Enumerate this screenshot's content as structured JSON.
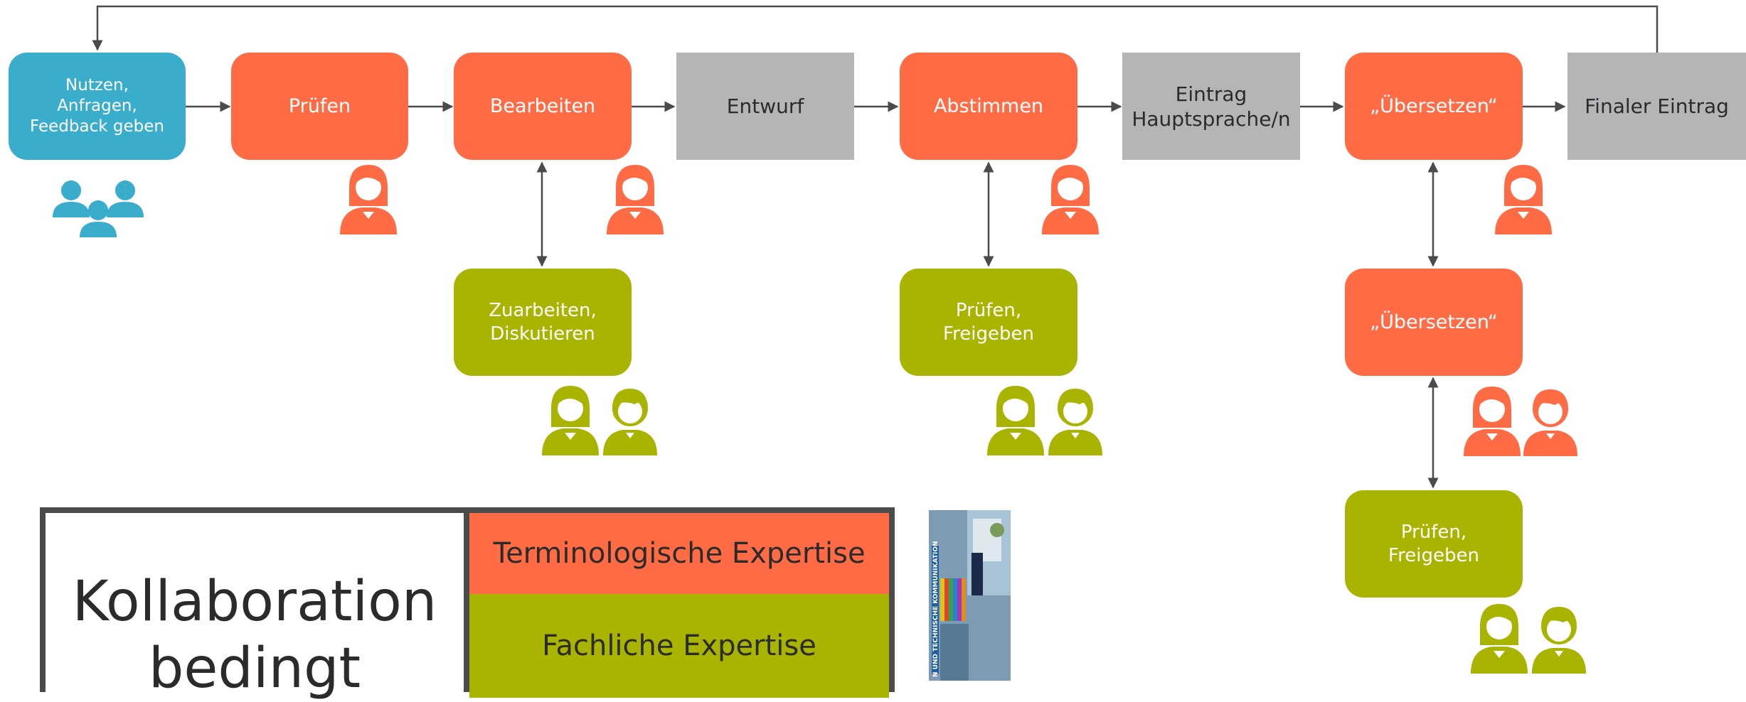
{
  "colors": {
    "blue": "#3badcc",
    "orange": "#ff6b45",
    "green": "#a8b400",
    "grey": "#b5b5b8",
    "arrow": "#4b4b4b"
  },
  "nodes": {
    "feedback": "Nutzen,\nAnfragen,\nFeedback geben",
    "check": "Prüfen",
    "edit": "Bearbeiten",
    "draft": "Entwurf",
    "coordinate": "Abstimmen",
    "main_language_entry": "Eintrag\nHauptsprache/n",
    "translate_main": "„Übersetzen“",
    "final_entry": "Finaler Eintrag",
    "contribute": "Zuarbeiten,\nDiskutieren",
    "approve_1": "Prüfen,\nFreigeben",
    "translate_sub": "„Übersetzen“",
    "approve_2": "Prüfen,\nFreigeben"
  },
  "legend": {
    "title": "Kollaboration\nbedingt",
    "rows": [
      "Terminologische Expertise",
      "Fachliche Expertise"
    ]
  },
  "book": {
    "spine_text": "N UND TECHNISCHE KOMMUNIKATION"
  },
  "icons": {
    "group": "user-group-icon",
    "woman": "woman-icon",
    "man": "man-icon"
  }
}
